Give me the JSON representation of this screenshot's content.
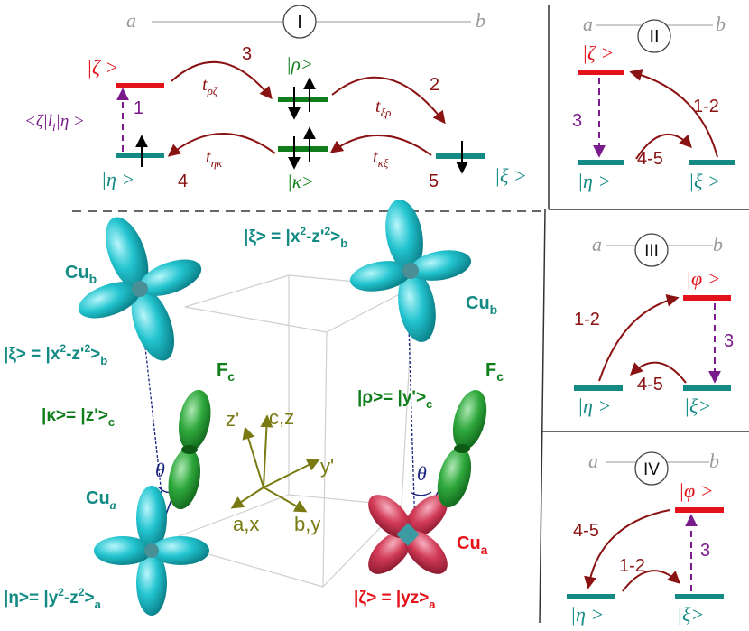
{
  "colors": {
    "red": "#e4131b",
    "green": "#0f7d1a",
    "teal": "#138a84",
    "dark_red": "#8b1212",
    "purple": "#7a1b8c",
    "olive": "#7a7a12",
    "navy": "#1a237e",
    "gray": "#999999",
    "cyan_lobe": "#22c4cf",
    "green_lobe": "#2fa83c",
    "red_lobe": "#d23b57"
  },
  "panel1": {
    "label": "I",
    "site_a": "a",
    "site_b": "b",
    "zeta": "|ζ >",
    "eta": "|η >",
    "rho": "|ρ>",
    "kappa": "|κ>",
    "xi": "|ξ >",
    "matrix_element": "<ζ|l",
    "matrix_element_sub": "i",
    "matrix_element_end": "|η >",
    "step1": "1",
    "step2": "2",
    "step3": "3",
    "step4": "4",
    "step5": "5",
    "t_rz": "t",
    "t_rz_sub": "ρζ",
    "t_xr": "t",
    "t_xr_sub": "ξρ",
    "t_hk": "t",
    "t_hk_sub": "ηκ",
    "t_kx": "t",
    "t_kx_sub": "κξ"
  },
  "panel2": {
    "label": "II",
    "site_a": "a",
    "site_b": "b",
    "zeta": "|ζ >",
    "eta": "|η >",
    "xi": "|ξ >",
    "step_12": "1-2",
    "step_3": "3",
    "step_45": "4-5"
  },
  "panel3": {
    "label": "III",
    "site_a": "a",
    "site_b": "b",
    "phi": "|φ >",
    "eta": "|η >",
    "xi": "|ξ>",
    "step_12": "1-2",
    "step_3": "3",
    "step_45": "4-5"
  },
  "panel4": {
    "label": "IV",
    "site_a": "a",
    "site_b": "b",
    "phi": "|φ >",
    "eta": "|η >",
    "xi": "|ξ>",
    "step_45": "4-5",
    "step_12": "1-2",
    "step_3": "3"
  },
  "lattice": {
    "cu_b_left": "Cu",
    "cu_b_left_sub": "b",
    "cu_b_right": "Cu",
    "cu_b_right_sub": "b",
    "cu_a_left": "Cu",
    "cu_a_left_sub": "a",
    "cu_a_right": "Cu",
    "cu_a_right_sub": "a",
    "f_left": "F",
    "f_left_sub": "c",
    "f_right": "F",
    "f_right_sub": "c",
    "xi_top": "|ξ> = |x",
    "xi_top_sup1": "2",
    "xi_top_mid": "-z'",
    "xi_top_sup2": "2",
    "xi_top_end": ">",
    "xi_top_sub": "b",
    "xi_left": "|ξ> = |x",
    "xi_left_sup1": "2",
    "xi_left_mid": "-z'",
    "xi_left_sup2": "2",
    "xi_left_end": ">",
    "xi_left_sub": "b",
    "kappa": "|κ>= |z'>",
    "kappa_sub": "c",
    "rho": "|ρ>= |y'>",
    "rho_sub": "c",
    "eta": "|η>= |y",
    "eta_sup1": "2",
    "eta_mid": "-z",
    "eta_sup2": "2",
    "eta_end": ">",
    "eta_sub": "a",
    "zeta": "|ζ> = |yz>",
    "zeta_sub": "a",
    "theta_left": "θ",
    "theta_right": "θ",
    "axis_zprime": "z'",
    "axis_cz": "c,z",
    "axis_yprime": "y'",
    "axis_ax": "a,x",
    "axis_by": "b,y"
  }
}
